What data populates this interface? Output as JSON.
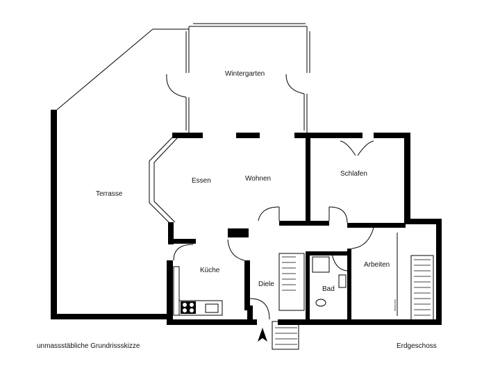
{
  "rooms": {
    "wintergarten": "Wintergarten",
    "terrasse": "Terrasse",
    "essen": "Essen",
    "wohnen": "Wohnen",
    "schlafen": "Schlafen",
    "kueche": "Küche",
    "diele": "Diele",
    "bad": "Bad",
    "arbeiten": "Arbeiten"
  },
  "appliance_label": "Maschine",
  "captions": {
    "left": "unmassstäbliche Grundrissskizze",
    "right": "Erdgeschoss"
  },
  "colors": {
    "wall": "#000000",
    "thin_line": "#333333",
    "background": "#ffffff"
  }
}
